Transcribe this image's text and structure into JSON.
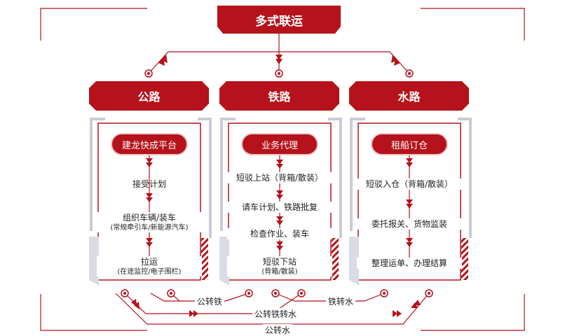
{
  "top": {
    "title": "多式联运"
  },
  "columns": [
    {
      "header": "公路",
      "start": "建龙快成平台",
      "steps": [
        {
          "text": "接受计划",
          "sub": ""
        },
        {
          "text": "组织车辆/装车",
          "sub": "(常规牵引车/新能源汽车)"
        },
        {
          "text": "拉运",
          "sub": "(在途监控/电子围栏)"
        }
      ]
    },
    {
      "header": "铁路",
      "start": "业务代理",
      "steps": [
        {
          "text": "短驳上站（背箱/散装）",
          "sub": ""
        },
        {
          "text": "请车计划、铁路批复",
          "sub": ""
        },
        {
          "text": "检查作业、装车",
          "sub": ""
        },
        {
          "text": "短驳下站",
          "sub": "(背箱/散装)"
        }
      ]
    },
    {
      "header": "水路",
      "start": "租船订仓",
      "steps": [
        {
          "text": "短驳入仓（背箱/散装）",
          "sub": ""
        },
        {
          "text": "委托报关、货物监装",
          "sub": ""
        },
        {
          "text": "整理运单、办理结算",
          "sub": ""
        }
      ]
    }
  ],
  "connectors": {
    "road_to_rail": "公转铁",
    "road_rail_water": "公转铁转水",
    "rail_to_water": "铁转水",
    "road_to_water": "公转水"
  },
  "colors": {
    "primary": "#b5121b",
    "frame_gray": "#c9ccd6",
    "pill_border": "#e8c8c8"
  }
}
